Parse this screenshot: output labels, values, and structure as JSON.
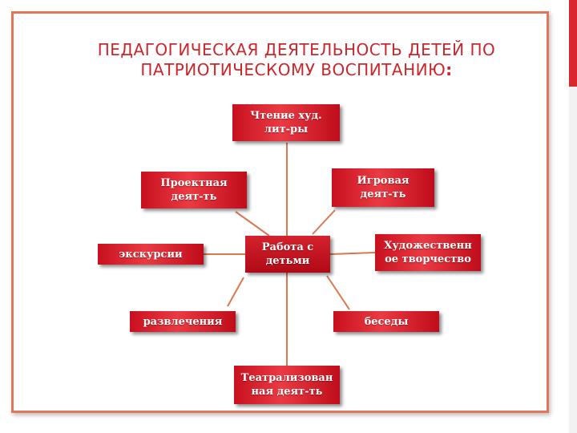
{
  "title": {
    "line1": "ПЕДАГОГИЧЕСКАЯ ДЕЯТЕЛЬНОСТЬ ДЕТЕЙ ПО",
    "line2": "ПАТРИОТИЧЕСКОМУ ВОСПИТАНИЮ",
    "colon": ":"
  },
  "colors": {
    "frame": "#e2765a",
    "title": "#c9272b",
    "box": "#d8222e",
    "connector": "#d9784f",
    "side_accent": "#d8272e"
  },
  "diagram": {
    "center": {
      "line1": "Работа с",
      "line2": "детьми"
    },
    "reading": {
      "line1": "Чтение худ.",
      "line2": "лит-ры"
    },
    "project": {
      "line1": "Проектная",
      "line2": "деят-ть"
    },
    "game": {
      "line1": "Игровая",
      "line2": "деят-ть"
    },
    "excursions": {
      "line1": "экскурсии"
    },
    "art": {
      "line1": "Художественн",
      "line2": "ое творчество"
    },
    "entertainment": {
      "line1": "развлечения"
    },
    "conversations": {
      "line1": "беседы"
    },
    "theatre": {
      "line1": "Театрализован",
      "line2": "ная деят-ть"
    }
  }
}
